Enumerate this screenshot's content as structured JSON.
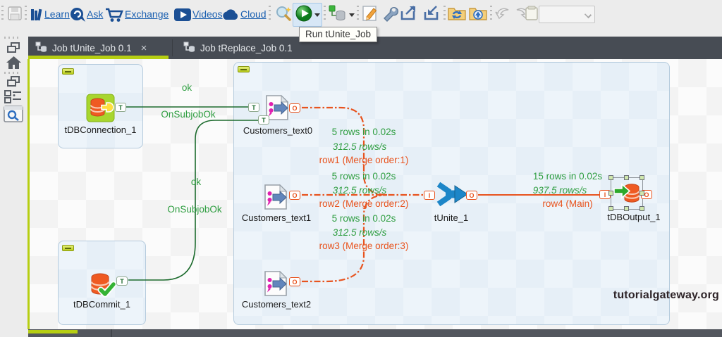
{
  "window": {
    "tooltip": "Run tUnite_Job"
  },
  "toolbar": {
    "links": [
      {
        "label": "Learn"
      },
      {
        "label": "Ask"
      },
      {
        "label": "Exchange"
      },
      {
        "label": "Videos"
      },
      {
        "label": "Cloud"
      }
    ]
  },
  "tabs": [
    {
      "label": "Job tUnite_Job 0.1",
      "close": "×"
    },
    {
      "label": "Job tReplace_Job 0.1"
    }
  ],
  "components": {
    "tdbconnection": {
      "label": "tDBConnection_1"
    },
    "tdbcommit": {
      "label": "tDBCommit_1"
    },
    "customers0": {
      "label": "Customers_text0"
    },
    "customers1": {
      "label": "Customers_text1"
    },
    "customers2": {
      "label": "Customers_text2"
    },
    "tunite": {
      "label": "tUnite_1"
    },
    "tdboutput": {
      "label": "tDBOutput_1"
    }
  },
  "ports": {
    "trigger": "T",
    "input": "I",
    "output": "O"
  },
  "connections": {
    "onsubjobok1": {
      "ok": "ok",
      "label": "OnSubjobOk"
    },
    "onsubjobok2": {
      "ok": "ok",
      "label": "OnSubjobOk"
    },
    "row1": {
      "rows": "5 rows in 0.02s",
      "rate": "312.5 rows/s",
      "label": "row1 (Merge order:1)"
    },
    "row2": {
      "rows": "5 rows in 0.02s",
      "rate": "312.5 rows/s",
      "label": "row2 (Merge order:2)"
    },
    "row3": {
      "rows": "5 rows in 0.02s",
      "rate": "312.5 rows/s",
      "label": "row3 (Merge order:3)"
    },
    "row4": {
      "rows": "15 rows in 0.02s",
      "rate": "937.5 rows/s",
      "label": "row4 (Main)"
    }
  },
  "watermark": "tutorialgateway.org",
  "colors": {
    "accent_green": "#b6ce12",
    "flow_orange": "#e8531e",
    "trigger_green": "#1c6b2d",
    "stats_green": "#2f9e41",
    "link_blue": "#1a5fb0",
    "tabbar_gray": "#474c54"
  }
}
